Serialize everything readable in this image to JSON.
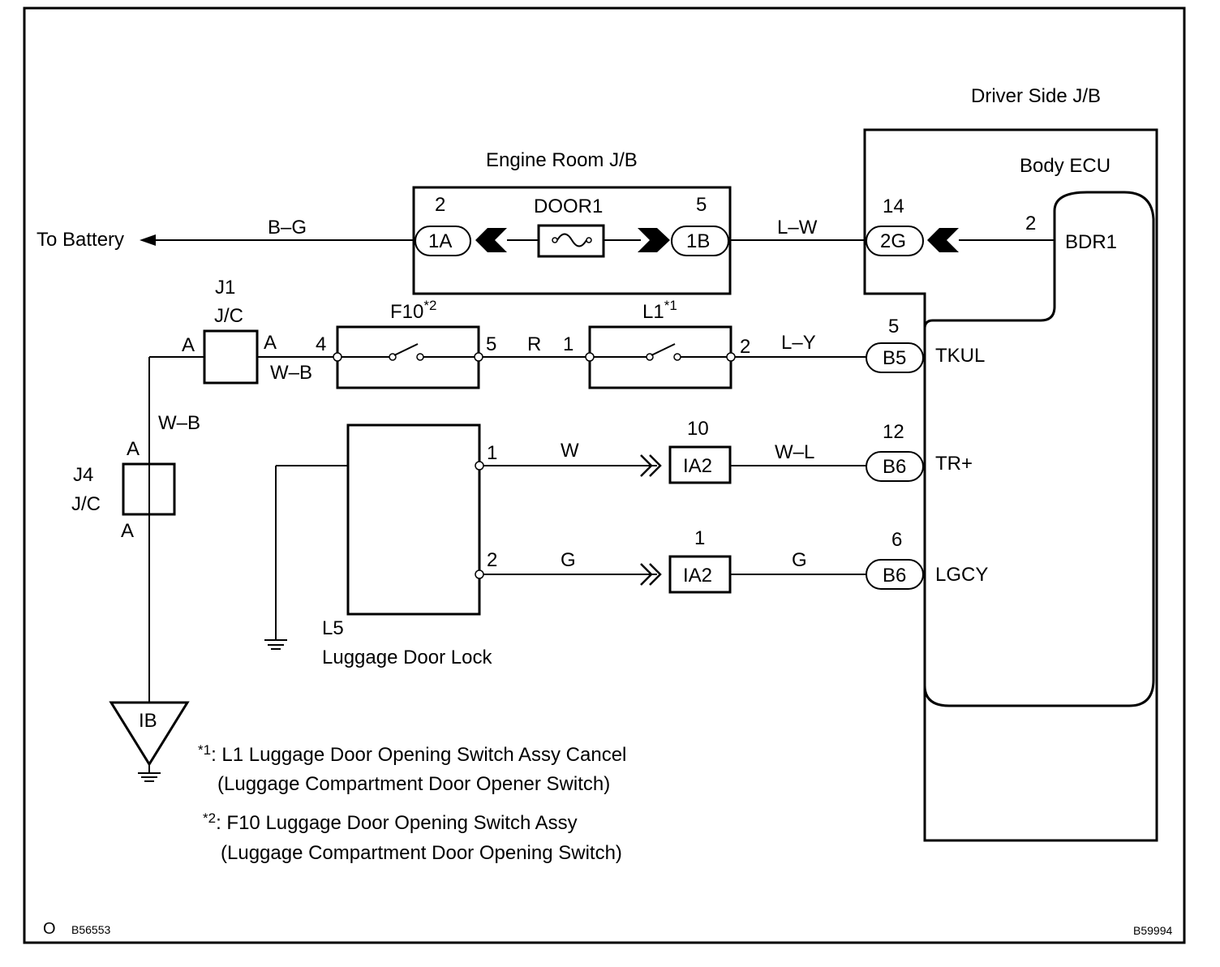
{
  "labels": {
    "driver_jb": "Driver Side J/B",
    "body_ecu": "Body ECU",
    "engine_jb": "Engine Room J/B",
    "door1": "DOOR1",
    "to_battery": "To Battery",
    "j1": "J1",
    "j1_jc": "J/C",
    "j4": "J4",
    "j4_jc": "J/C",
    "f10": "F10",
    "f10_sup": "*2",
    "l1": "L1",
    "l1_sup": "*1",
    "l5": "L5",
    "l5_name": "Luggage Door Lock",
    "ib": "IB",
    "footer_left_mark": "O",
    "footer_left_code": "B56553",
    "footer_right_code": "B59994"
  },
  "pins": {
    "jb_1a_pin": "2",
    "jb_1b_pin": "5",
    "ecu_2g_pin": "14",
    "bdr1_pin": "2",
    "b5_pin": "5",
    "b6_tr_pin": "12",
    "b6_lg_pin": "6",
    "ia2_w_pin": "10",
    "ia2_g_pin": "1",
    "f10_in": "4",
    "f10_out": "5",
    "l1_in": "1",
    "l1_out": "2",
    "l5_p1": "1",
    "l5_p2": "2",
    "j1_left": "A",
    "j1_right": "A",
    "j4_top": "A",
    "j4_bottom": "A"
  },
  "connectors": {
    "c1a": "1A",
    "c1b": "1B",
    "c2g": "2G",
    "cb5": "B5",
    "cb6_tr": "B6",
    "cb6_lg": "B6",
    "ia2_w": "IA2",
    "ia2_g": "IA2"
  },
  "wire_colors": {
    "battery": "B–G",
    "door1_ecu": "L–W",
    "f10_l1": "R",
    "l1_ecu": "L–Y",
    "j1_f10": "W–B",
    "j1_j4": "W–B",
    "l5_ia2_w": "W",
    "ia2_ecu_wl": "W–L",
    "l5_ia2_g": "G",
    "ia2_ecu_g": "G"
  },
  "ecu_terminals": {
    "bdr1": "BDR1",
    "tkul": "TKUL",
    "trp": "TR+",
    "lgcy": "LGCY"
  },
  "notes": [
    {
      "mark": "*1",
      "line1": ": L1 Luggage Door Opening Switch Assy Cancel",
      "line2": "(Luggage Compartment Door Opener Switch)"
    },
    {
      "mark": "*2",
      "line1": ": F10 Luggage Door Opening Switch Assy",
      "line2": "(Luggage Compartment Door Opening Switch)"
    }
  ]
}
